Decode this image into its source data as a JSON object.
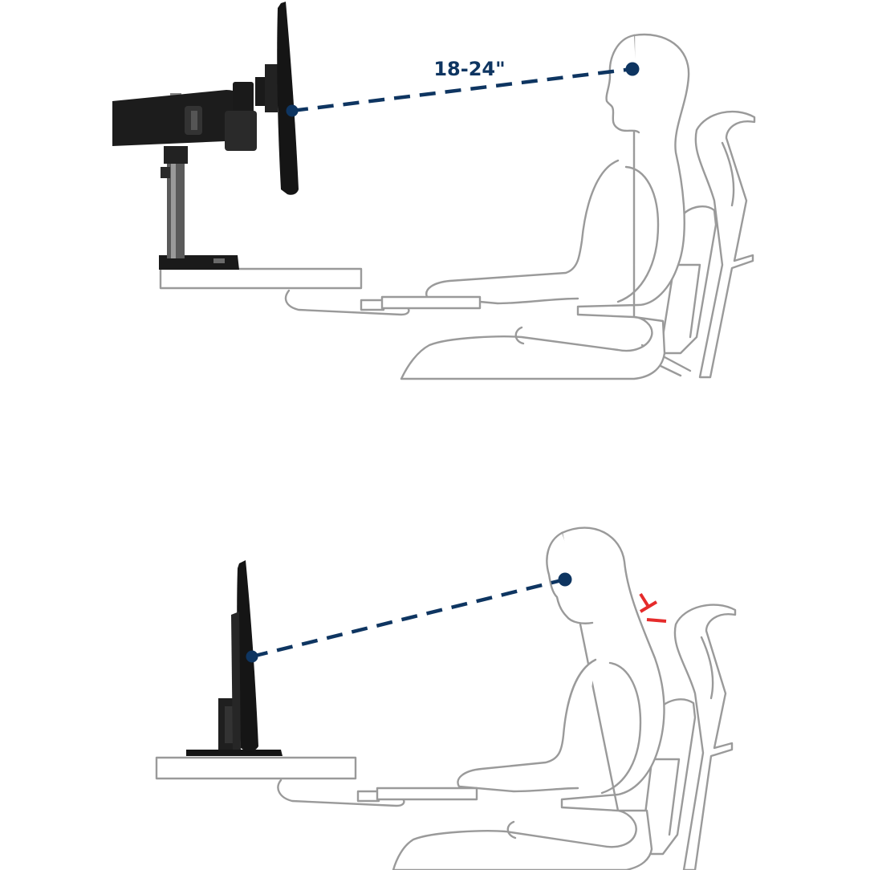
{
  "top_panel": {
    "distance_label": "18-24\""
  },
  "colors": {
    "sightline": "#0e3561",
    "strain": "#e52b2b",
    "hardware": "#1c1c1c",
    "outline": "#9a9a9a"
  },
  "icons": [
    "monitor-arm",
    "monitor",
    "desk",
    "keyboard-tray",
    "person-outline",
    "office-chair",
    "strain-mark"
  ]
}
